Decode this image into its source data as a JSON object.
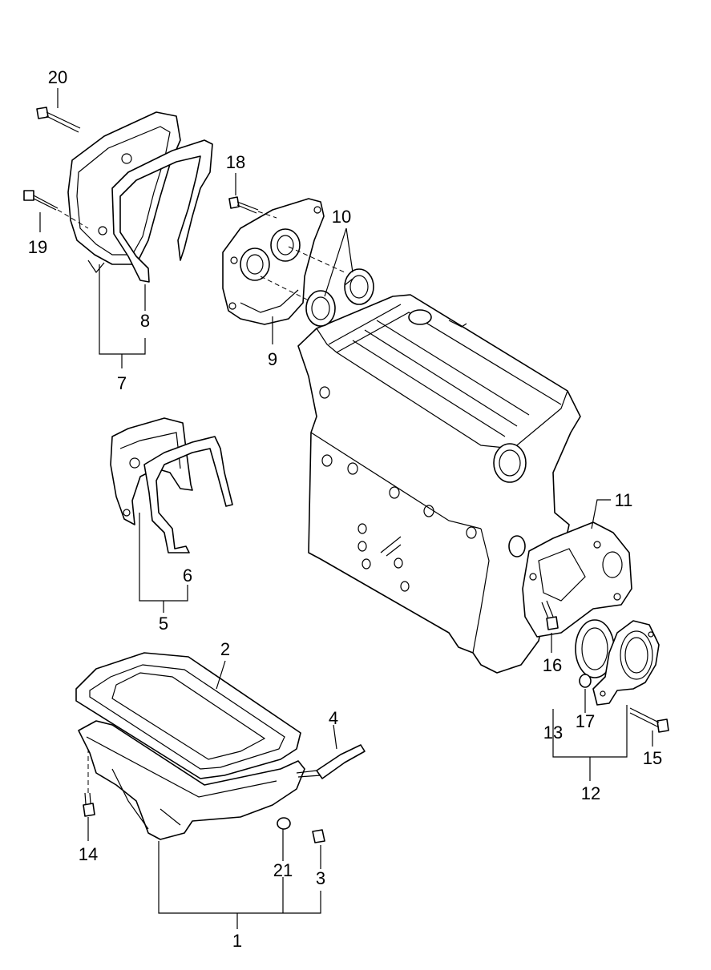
{
  "diagram": {
    "callouts": [
      {
        "id": "1",
        "text": "1"
      },
      {
        "id": "2",
        "text": "2"
      },
      {
        "id": "3",
        "text": "3"
      },
      {
        "id": "4",
        "text": "4"
      },
      {
        "id": "5",
        "text": "5"
      },
      {
        "id": "6",
        "text": "6"
      },
      {
        "id": "7",
        "text": "7"
      },
      {
        "id": "8",
        "text": "8"
      },
      {
        "id": "9",
        "text": "9"
      },
      {
        "id": "10",
        "text": "10"
      },
      {
        "id": "11",
        "text": "11"
      },
      {
        "id": "12",
        "text": "12"
      },
      {
        "id": "13",
        "text": "13"
      },
      {
        "id": "14",
        "text": "14"
      },
      {
        "id": "15",
        "text": "15"
      },
      {
        "id": "16",
        "text": "16"
      },
      {
        "id": "17",
        "text": "17"
      },
      {
        "id": "18",
        "text": "18"
      },
      {
        "id": "19",
        "text": "19"
      },
      {
        "id": "20",
        "text": "20"
      },
      {
        "id": "21",
        "text": "21"
      }
    ],
    "colors": {
      "line": "#000000",
      "background": "#ffffff"
    }
  }
}
